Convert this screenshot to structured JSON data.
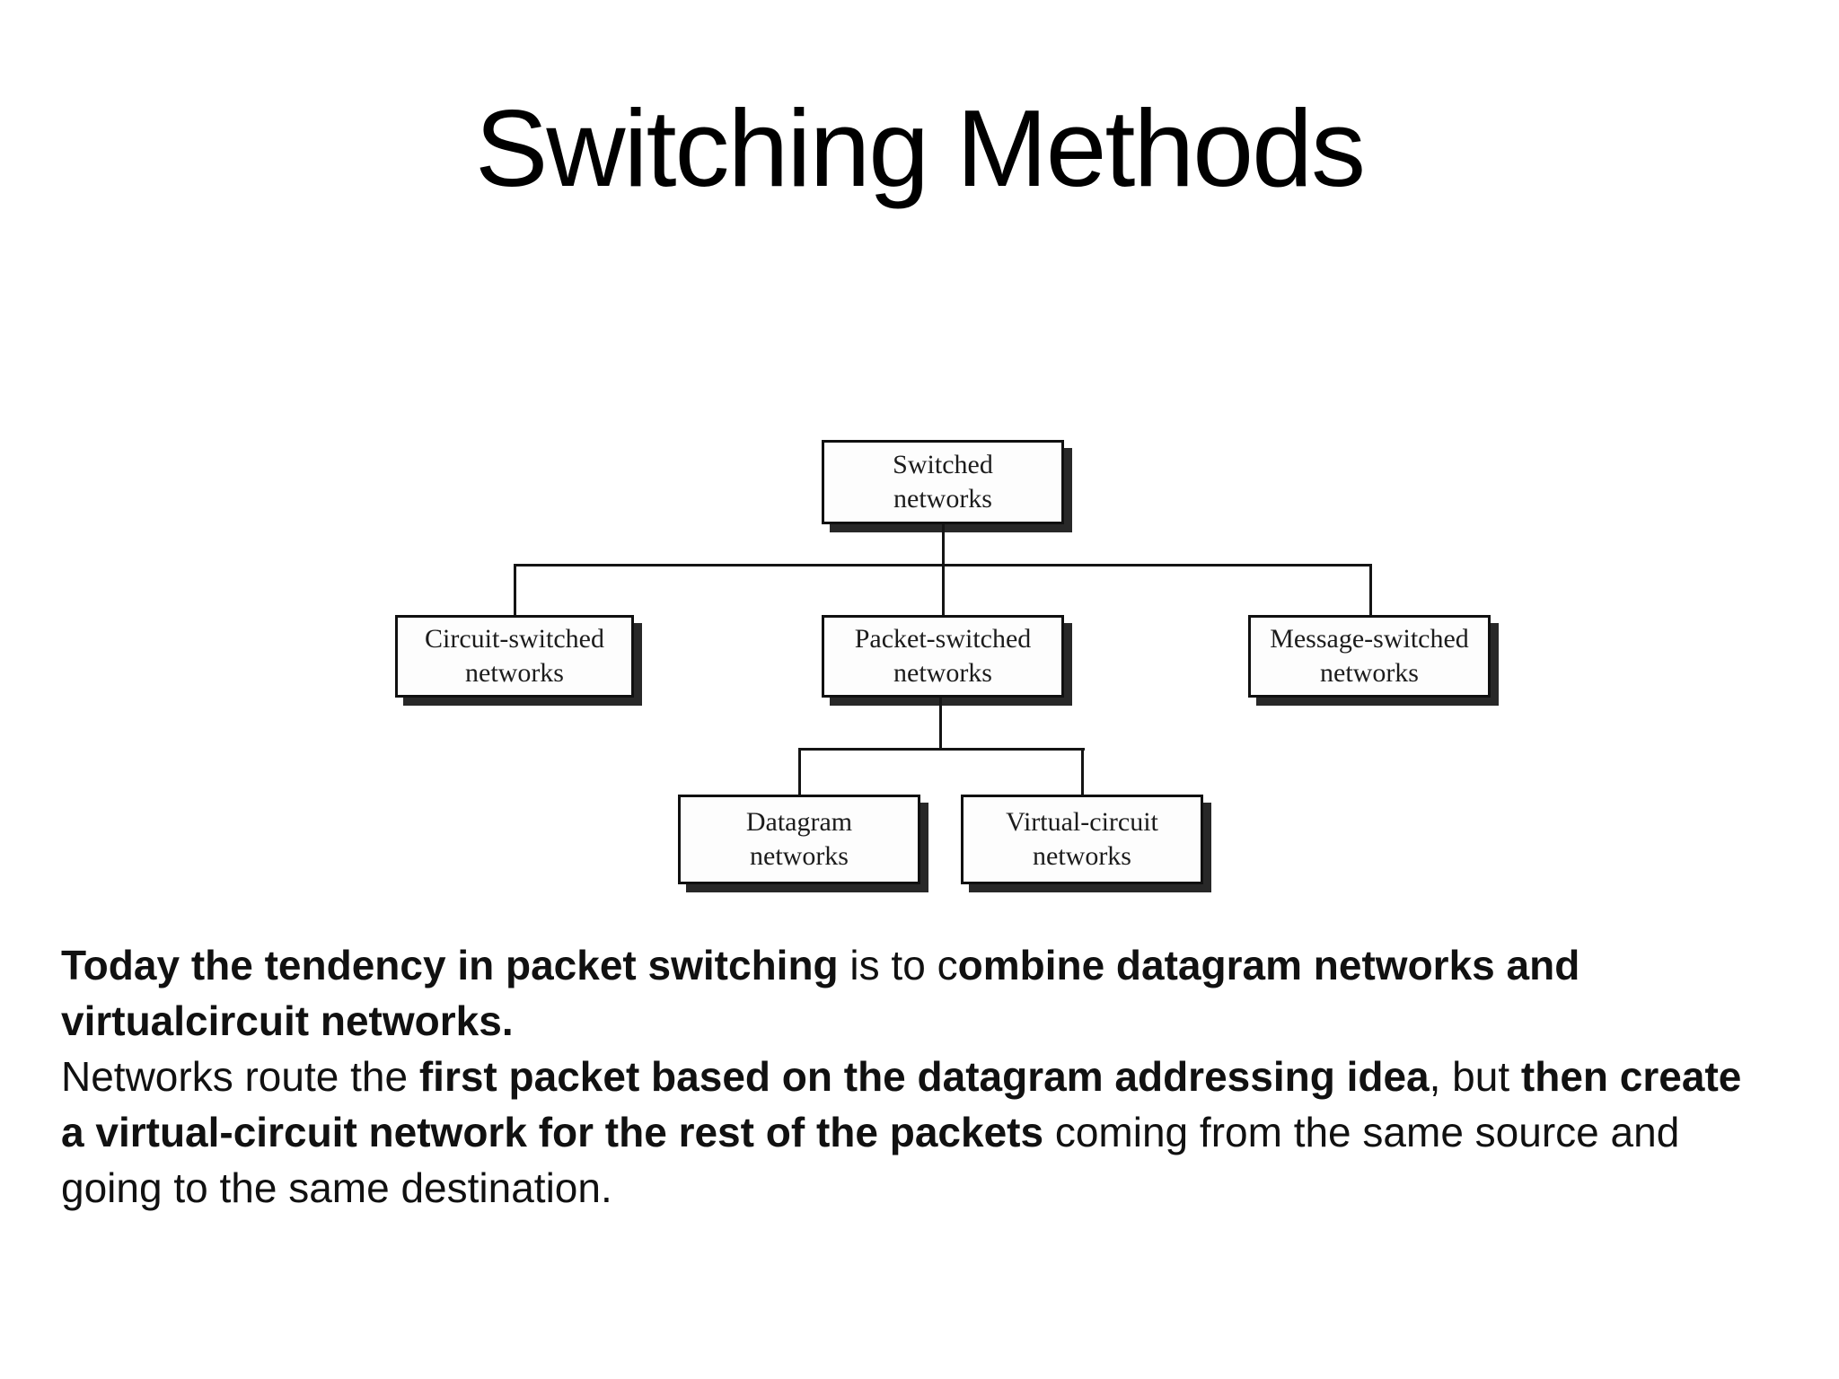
{
  "slide": {
    "title": "Switching Methods"
  },
  "diagram": {
    "nodes": [
      {
        "id": "switched-networks",
        "label": "Switched networks",
        "label_lines": [
          "Switched",
          "networks"
        ]
      },
      {
        "id": "circuit-switched-networks",
        "label": "Circuit-switched networks",
        "label_lines": [
          "Circuit-switched",
          "networks"
        ]
      },
      {
        "id": "packet-switched-networks",
        "label": "Packet-switched networks",
        "label_lines": [
          "Packet-switched",
          "networks"
        ]
      },
      {
        "id": "message-switched-networks",
        "label": "Message-switched networks",
        "label_lines": [
          "Message-switched",
          "networks"
        ]
      },
      {
        "id": "datagram-networks",
        "label": "Datagram networks",
        "label_lines": [
          "Datagram",
          "networks"
        ]
      },
      {
        "id": "virtual-circuit-networks",
        "label": "Virtual-circuit networks",
        "label_lines": [
          "Virtual-circuit",
          "networks"
        ]
      }
    ],
    "edges": [
      "Switched networks -> Circuit-switched networks",
      "Switched networks -> Packet-switched networks",
      "Switched networks -> Message-switched networks",
      "Packet-switched networks -> Datagram networks",
      "Packet-switched networks -> Virtual-circuit networks"
    ]
  },
  "body": {
    "lines": [
      {
        "segments": [
          {
            "text": "Today the tendency in packet switching",
            "bold": true
          },
          {
            "text": " is to c",
            "bold": false
          },
          {
            "text": "ombine datagram networks and",
            "bold": true
          }
        ]
      },
      {
        "segments": [
          {
            "text": "virtualcircuit networks.",
            "bold": true
          }
        ]
      },
      {
        "segments": [
          {
            "text": "Networks route the ",
            "bold": false
          },
          {
            "text": "first packet based on the datagram addressing idea",
            "bold": true
          },
          {
            "text": ", but ",
            "bold": false
          },
          {
            "text": "then create",
            "bold": true
          }
        ]
      },
      {
        "segments": [
          {
            "text": "a virtual-circuit network for the rest of the packets",
            "bold": true
          },
          {
            "text": " coming from the same source and",
            "bold": false
          }
        ]
      },
      {
        "segments": [
          {
            "text": "going to the same destination.",
            "bold": false
          }
        ]
      }
    ]
  },
  "colors": {
    "background": "#ffffff",
    "title_text": "#000000",
    "body_text": "#111111",
    "box_fill": "#fdfdfd",
    "box_border": "#101010",
    "box_shadow": "#161616",
    "connector": "#141414"
  }
}
